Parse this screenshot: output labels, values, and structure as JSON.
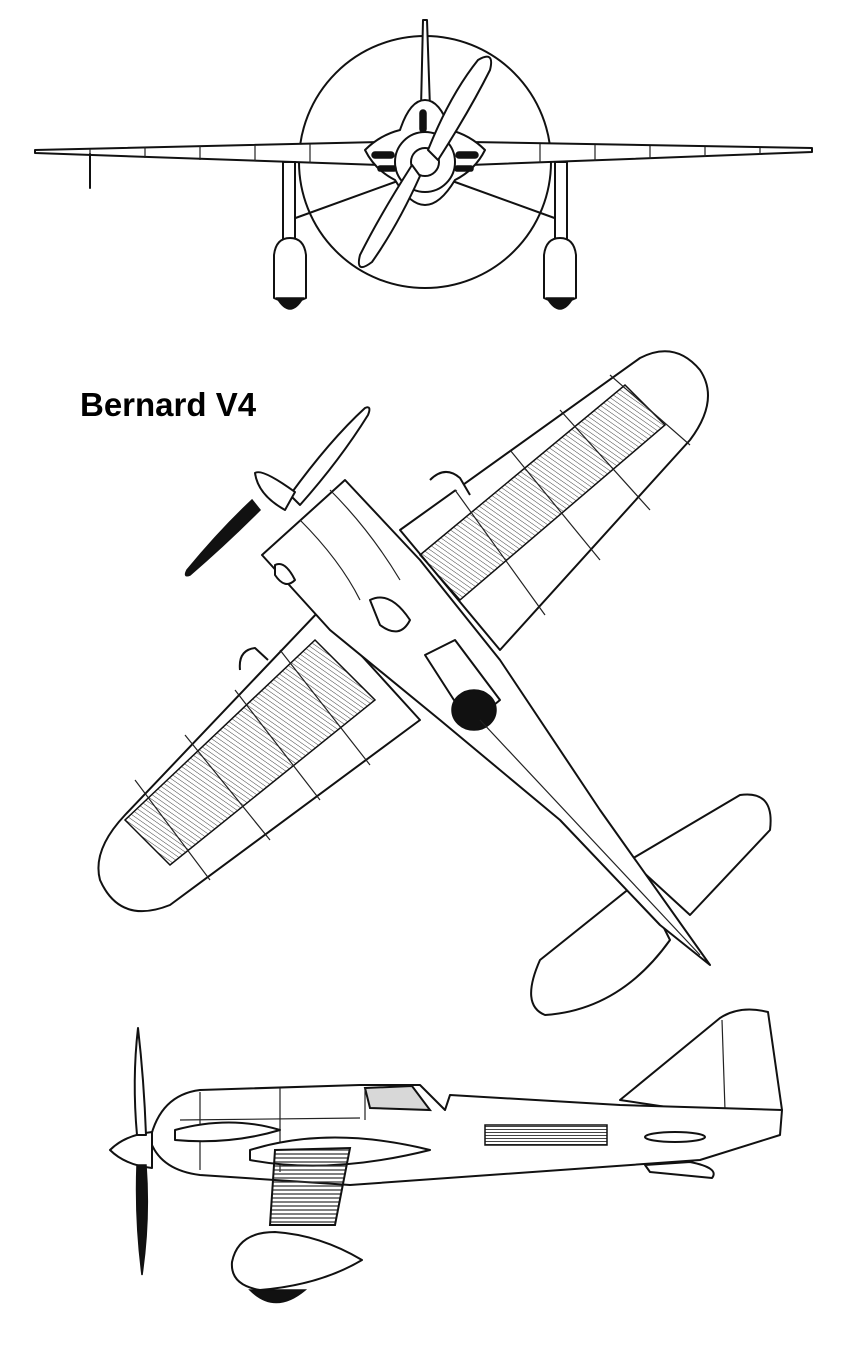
{
  "title": "Bernard V4",
  "views": [
    {
      "name": "front-view"
    },
    {
      "name": "top-view"
    },
    {
      "name": "side-view"
    }
  ],
  "colors": {
    "line": "#111111",
    "background": "#ffffff",
    "canopy": "#d8d8d8"
  }
}
